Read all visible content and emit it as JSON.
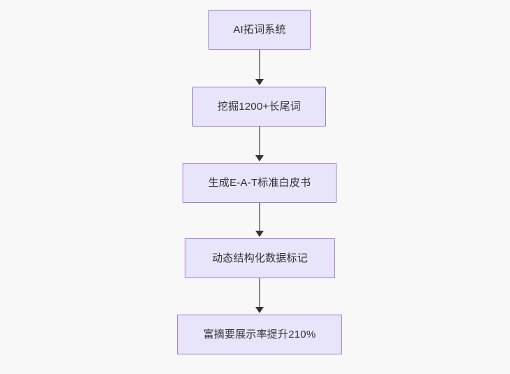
{
  "diagram": {
    "type": "flowchart",
    "orientation": "top-to-bottom",
    "background_color": "#f8f8f8",
    "node_fill_color": "#e8e4fa",
    "node_border_color": "#9a77d4",
    "node_text_color": "#333333",
    "edge_color": "#888888",
    "arrowhead_color": "#333333",
    "nodes": [
      {
        "id": "node-1",
        "label": "AI拓词系统"
      },
      {
        "id": "node-2",
        "label": "挖掘1200+长尾词"
      },
      {
        "id": "node-3",
        "label": "生成E-A-T标准白皮书"
      },
      {
        "id": "node-4",
        "label": "动态结构化数据标记"
      },
      {
        "id": "node-5",
        "label": "富摘要展示率提升210%"
      }
    ],
    "edges": [
      {
        "id": "edge-1",
        "from": "node-1",
        "to": "node-2"
      },
      {
        "id": "edge-2",
        "from": "node-2",
        "to": "node-3"
      },
      {
        "id": "edge-3",
        "from": "node-3",
        "to": "node-4"
      },
      {
        "id": "edge-4",
        "from": "node-4",
        "to": "node-5"
      }
    ]
  }
}
